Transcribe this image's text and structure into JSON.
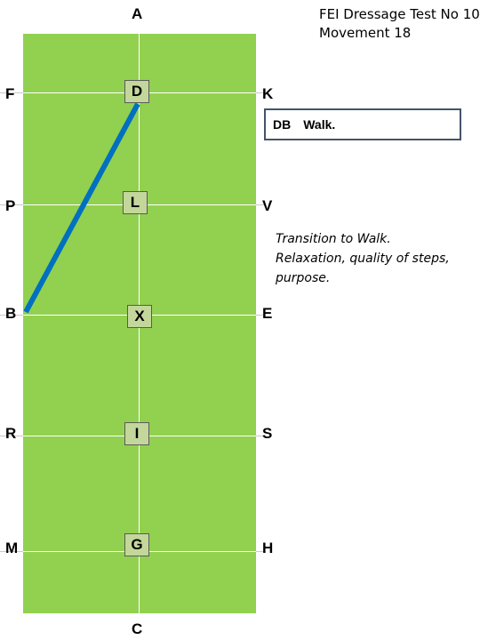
{
  "title": {
    "line1": "FEI Dressage Test No 10",
    "line2": "Movement 18"
  },
  "arena": {
    "end_letters": {
      "top": "A",
      "bottom": "C"
    },
    "left_letters": [
      "F",
      "P",
      "B",
      "R",
      "M"
    ],
    "right_letters": [
      "K",
      "V",
      "E",
      "S",
      "H"
    ],
    "centerline_markers": [
      "D",
      "L",
      "X",
      "I",
      "G"
    ]
  },
  "movement": {
    "code": "DB",
    "text": "Walk."
  },
  "description": [
    "Transition to Walk.",
    "Relaxation, quality of steps,",
    "purpose."
  ],
  "colors": {
    "arena": "#92d050",
    "marker": "#c4d79b",
    "path": "#0070c0",
    "box_border": "#44546a"
  }
}
